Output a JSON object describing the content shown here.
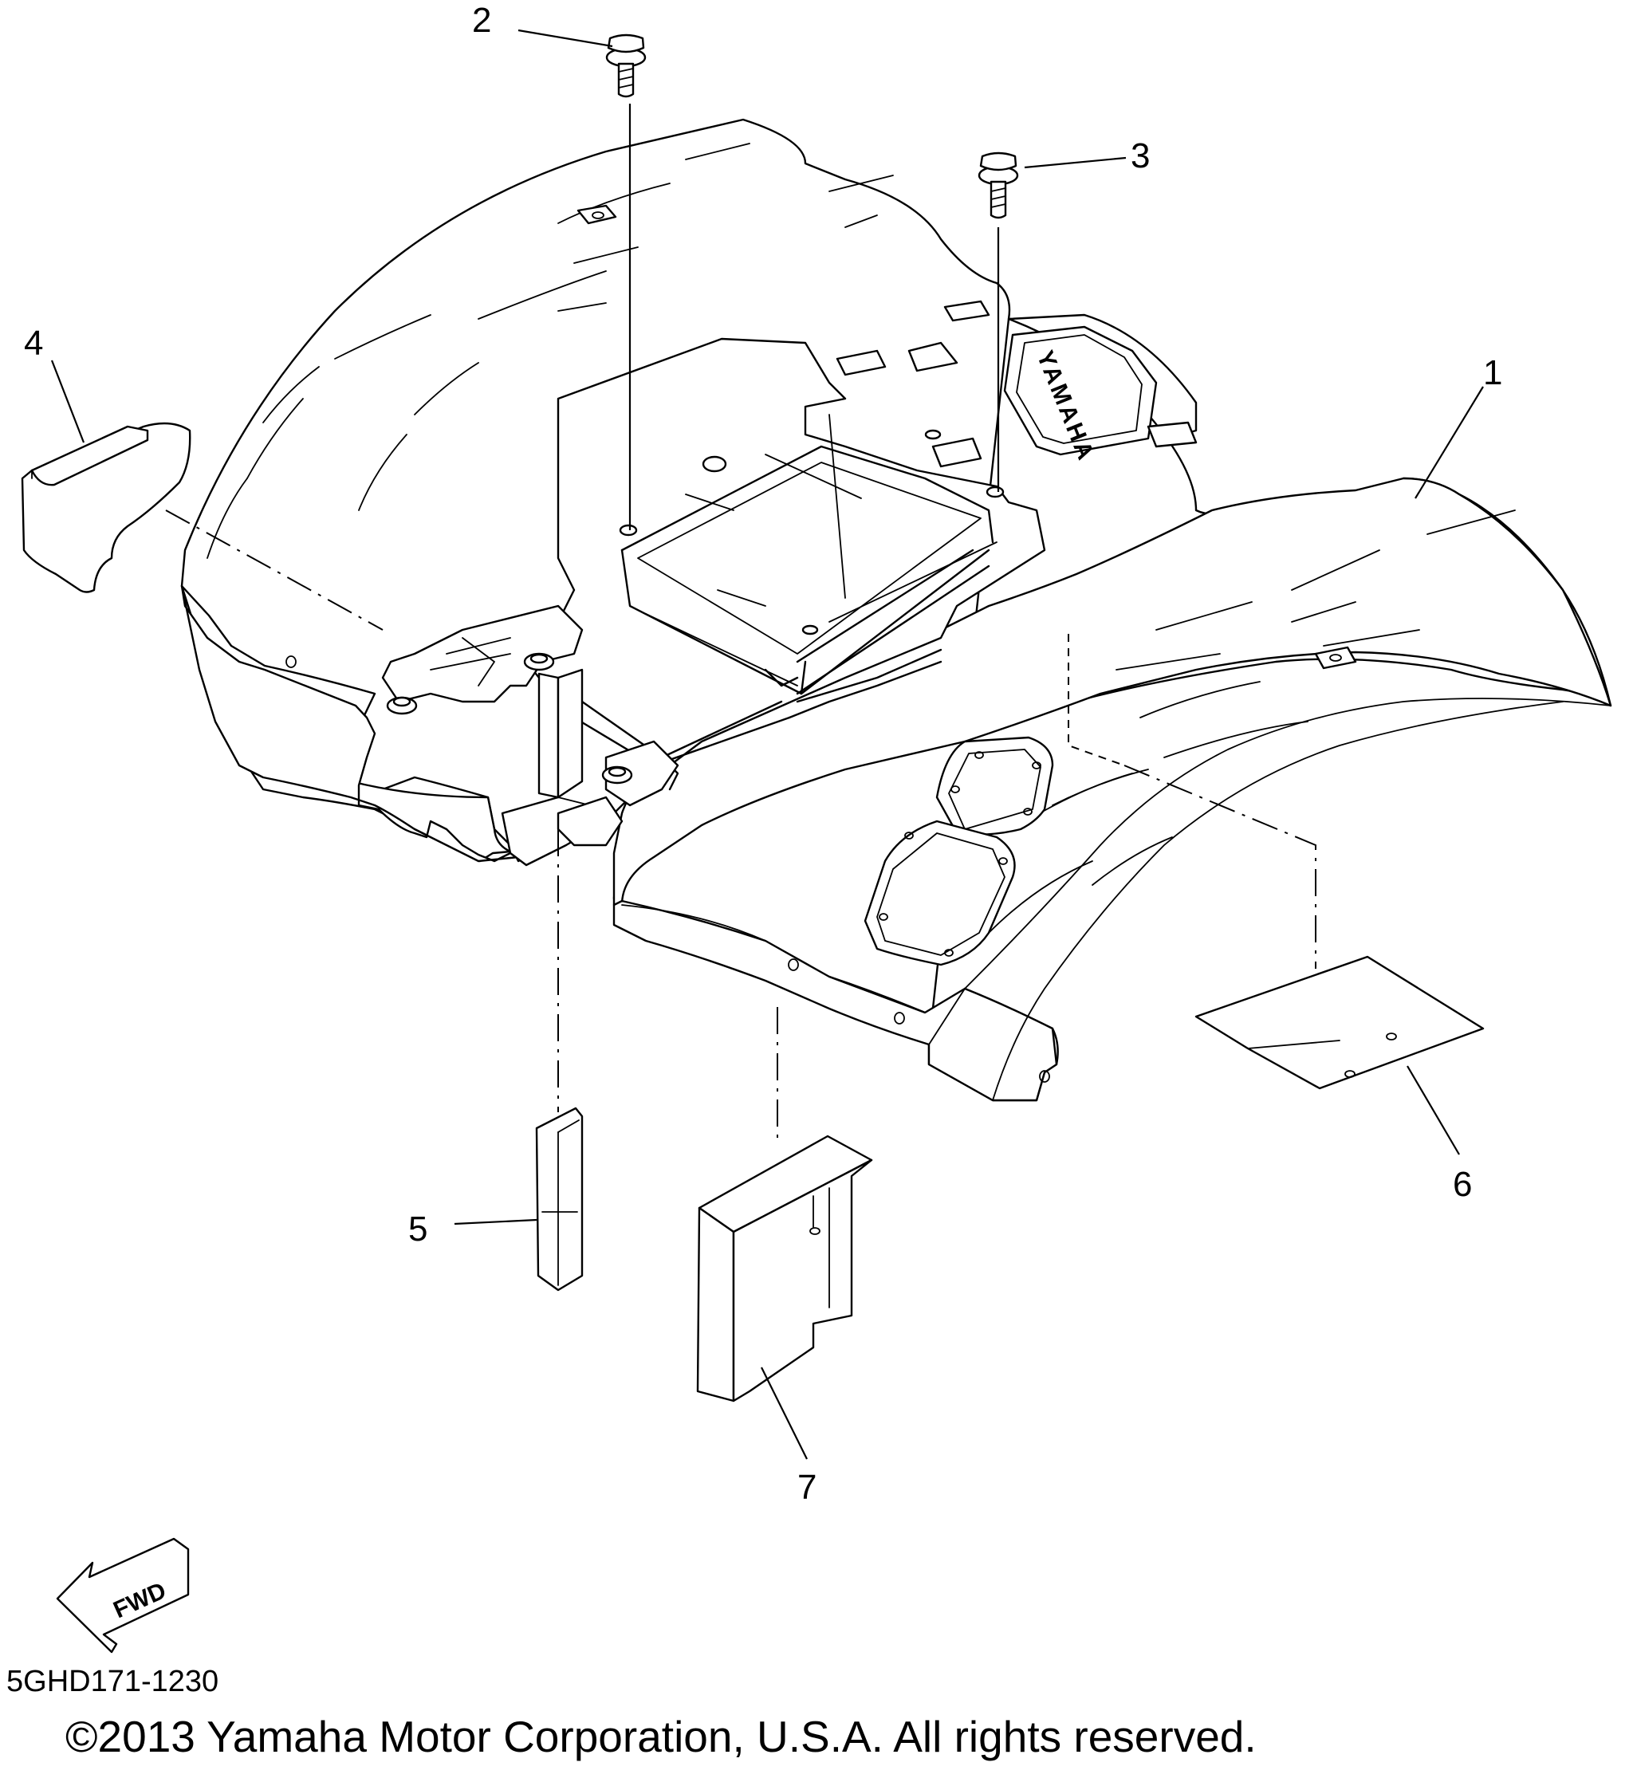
{
  "callouts": [
    "1",
    "2",
    "3",
    "4",
    "5",
    "6",
    "7"
  ],
  "fender_brand": "YAMAHA",
  "fwd_label": "FWD",
  "part_code": "5GHD171-1230",
  "copyright": "©2013 Yamaha Motor Corporation, U.S.A. All rights reserved."
}
